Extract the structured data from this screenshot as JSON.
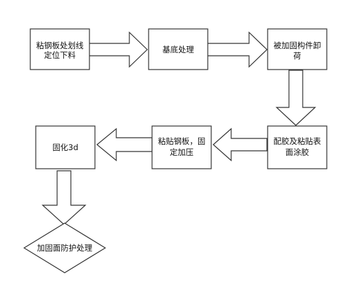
{
  "diagram": {
    "steps": {
      "step1": [
        "粘钢板处划线",
        "定位下料"
      ],
      "step2": [
        "基底处理"
      ],
      "step3": [
        "被加固构件卸",
        "荷"
      ],
      "step4": [
        "配胶及粘贴表",
        "面涂胶"
      ],
      "step5": [
        "粘贴钢板，固",
        "定加压"
      ],
      "step6": [
        "固化3d"
      ],
      "step7": [
        "加固面防护处理"
      ]
    },
    "colors": {
      "stroke": "#333333",
      "fill": "#ffffff",
      "text": "#111111"
    }
  }
}
